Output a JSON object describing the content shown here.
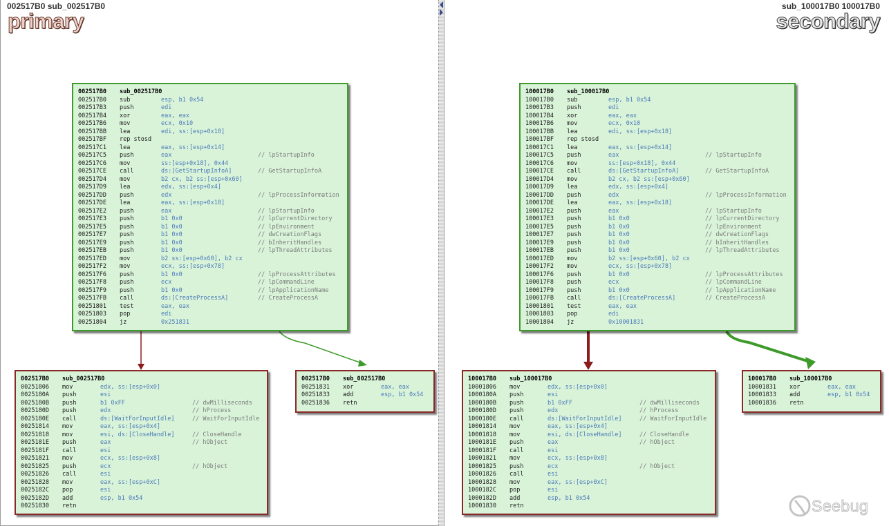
{
  "left": {
    "title": "002517B0 sub_002517B0",
    "label": "primary",
    "main": {
      "header": [
        "002517B0",
        "sub_002517B0"
      ],
      "lines": [
        [
          "002517B0",
          "sub",
          "esp, b1 0x54",
          ""
        ],
        [
          "002517B3",
          "push",
          "edi",
          ""
        ],
        [
          "002517B4",
          "xor",
          "eax, eax",
          ""
        ],
        [
          "002517B6",
          "mov",
          "ecx, 0x10",
          ""
        ],
        [
          "002517BB",
          "lea",
          "edi, ss:[esp+0x18]",
          ""
        ],
        [
          "002517BF",
          "rep stosd",
          "",
          ""
        ],
        [
          "002517C1",
          "lea",
          "eax, ss:[esp+0x14]",
          ""
        ],
        [
          "002517C5",
          "push",
          "eax",
          "// lpStartupInfo"
        ],
        [
          "002517C6",
          "mov",
          "ss:[esp+0x18], 0x44",
          ""
        ],
        [
          "002517CE",
          "call",
          "ds:[GetStartupInfoA]",
          "// GetStartupInfoA"
        ],
        [
          "002517D4",
          "mov",
          "b2 cx, b2 ss:[esp+0x60]",
          ""
        ],
        [
          "002517D9",
          "lea",
          "edx, ss:[esp+0x4]",
          ""
        ],
        [
          "002517DD",
          "push",
          "edx",
          "// lpProcessInformation"
        ],
        [
          "002517DE",
          "lea",
          "eax, ss:[esp+0x18]",
          ""
        ],
        [
          "002517E2",
          "push",
          "eax",
          "// lpStartupInfo"
        ],
        [
          "002517E3",
          "push",
          "b1 0x0",
          "// lpCurrentDirectory"
        ],
        [
          "002517E5",
          "push",
          "b1 0x0",
          "// lpEnvironment"
        ],
        [
          "002517E7",
          "push",
          "b1 0x0",
          "// dwCreationFlags"
        ],
        [
          "002517E9",
          "push",
          "b1 0x0",
          "// bInheritHandles"
        ],
        [
          "002517EB",
          "push",
          "b1 0x0",
          "// lpThreadAttributes"
        ],
        [
          "002517ED",
          "mov",
          "b2 ss:[esp+0x60], b2 cx",
          ""
        ],
        [
          "002517F2",
          "mov",
          "ecx, ss:[esp+0x78]",
          ""
        ],
        [
          "002517F6",
          "push",
          "b1 0x0",
          "// lpProcessAttributes"
        ],
        [
          "002517F8",
          "push",
          "ecx",
          "// lpCommandLine"
        ],
        [
          "002517F9",
          "push",
          "b1 0x0",
          "// lpApplicationName"
        ],
        [
          "002517FB",
          "call",
          "ds:[CreateProcessA]",
          "// CreateProcessA"
        ],
        [
          "00251801",
          "test",
          "eax, eax",
          ""
        ],
        [
          "00251803",
          "pop",
          "edi",
          ""
        ],
        [
          "00251804",
          "jz",
          "0x251831",
          ""
        ]
      ]
    },
    "branch_a": {
      "header": [
        "002517B0",
        "sub_002517B0"
      ],
      "lines": [
        [
          "00251806",
          "mov",
          "edx, ss:[esp+0x0]",
          ""
        ],
        [
          "0025180A",
          "push",
          "esi",
          ""
        ],
        [
          "0025180B",
          "push",
          "b1 0xFF",
          "// dwMilliseconds"
        ],
        [
          "0025180D",
          "push",
          "edx",
          "// hProcess"
        ],
        [
          "0025180E",
          "call",
          "ds:[WaitForInputIdle]",
          "// WaitForInputIdle"
        ],
        [
          "00251814",
          "mov",
          "eax, ss:[esp+0x4]",
          ""
        ],
        [
          "00251818",
          "mov",
          "esi, ds:[CloseHandle]",
          "// CloseHandle"
        ],
        [
          "0025181E",
          "push",
          "eax",
          "// hObject"
        ],
        [
          "0025181F",
          "call",
          "esi",
          ""
        ],
        [
          "00251821",
          "mov",
          "ecx, ss:[esp+0x8]",
          ""
        ],
        [
          "00251825",
          "push",
          "ecx",
          "// hObject"
        ],
        [
          "00251826",
          "call",
          "esi",
          ""
        ],
        [
          "00251828",
          "mov",
          "eax, ss:[esp+0xC]",
          ""
        ],
        [
          "0025182C",
          "pop",
          "esi",
          ""
        ],
        [
          "0025182D",
          "add",
          "esp, b1 0x54",
          ""
        ],
        [
          "00251830",
          "retn",
          "",
          ""
        ]
      ]
    },
    "branch_b": {
      "header": [
        "002517B0",
        "sub_002517B0"
      ],
      "lines": [
        [
          "00251831",
          "xor",
          "eax, eax",
          ""
        ],
        [
          "00251833",
          "add",
          "esp, b1 0x54",
          ""
        ],
        [
          "00251836",
          "retn",
          "",
          ""
        ]
      ]
    }
  },
  "right": {
    "title": "sub_100017B0 100017B0",
    "label": "secondary",
    "main": {
      "header": [
        "100017B0",
        "sub_100017B0"
      ],
      "lines": [
        [
          "100017B0",
          "sub",
          "esp, b1 0x54",
          ""
        ],
        [
          "100017B3",
          "push",
          "edi",
          ""
        ],
        [
          "100017B4",
          "xor",
          "eax, eax",
          ""
        ],
        [
          "100017B6",
          "mov",
          "ecx, 0x10",
          ""
        ],
        [
          "100017BB",
          "lea",
          "edi, ss:[esp+0x18]",
          ""
        ],
        [
          "100017BF",
          "rep stosd",
          "",
          ""
        ],
        [
          "100017C1",
          "lea",
          "eax, ss:[esp+0x14]",
          ""
        ],
        [
          "100017C5",
          "push",
          "eax",
          "// lpStartupInfo"
        ],
        [
          "100017C6",
          "mov",
          "ss:[esp+0x18], 0x44",
          ""
        ],
        [
          "100017CE",
          "call",
          "ds:[GetStartupInfoA]",
          "// GetStartupInfoA"
        ],
        [
          "100017D4",
          "mov",
          "b2 cx, b2 ss:[esp+0x60]",
          ""
        ],
        [
          "100017D9",
          "lea",
          "edx, ss:[esp+0x4]",
          ""
        ],
        [
          "100017DD",
          "push",
          "edx",
          "// lpProcessInformation"
        ],
        [
          "100017DE",
          "lea",
          "eax, ss:[esp+0x18]",
          ""
        ],
        [
          "100017E2",
          "push",
          "eax",
          "// lpStartupInfo"
        ],
        [
          "100017E3",
          "push",
          "b1 0x0",
          "// lpCurrentDirectory"
        ],
        [
          "100017E5",
          "push",
          "b1 0x0",
          "// lpEnvironment"
        ],
        [
          "100017E7",
          "push",
          "b1 0x0",
          "// dwCreationFlags"
        ],
        [
          "100017E9",
          "push",
          "b1 0x0",
          "// bInheritHandles"
        ],
        [
          "100017EB",
          "push",
          "b1 0x0",
          "// lpThreadAttributes"
        ],
        [
          "100017ED",
          "mov",
          "b2 ss:[esp+0x60], b2 cx",
          ""
        ],
        [
          "100017F2",
          "mov",
          "ecx, ss:[esp+0x78]",
          ""
        ],
        [
          "100017F6",
          "push",
          "b1 0x0",
          "// lpProcessAttributes"
        ],
        [
          "100017F8",
          "push",
          "ecx",
          "// lpCommandLine"
        ],
        [
          "100017F9",
          "push",
          "b1 0x0",
          "// lpApplicationName"
        ],
        [
          "100017FB",
          "call",
          "ds:[CreateProcessA]",
          "// CreateProcessA"
        ],
        [
          "10001801",
          "test",
          "eax, eax",
          ""
        ],
        [
          "10001803",
          "pop",
          "edi",
          ""
        ],
        [
          "10001804",
          "jz",
          "0x10001831",
          ""
        ]
      ]
    },
    "branch_a": {
      "header": [
        "100017B0",
        "sub_100017B0"
      ],
      "lines": [
        [
          "10001806",
          "mov",
          "edx, ss:[esp+0x0]",
          ""
        ],
        [
          "1000180A",
          "push",
          "esi",
          ""
        ],
        [
          "1000180B",
          "push",
          "b1 0xFF",
          "// dwMilliseconds"
        ],
        [
          "1000180D",
          "push",
          "edx",
          "// hProcess"
        ],
        [
          "1000180E",
          "call",
          "ds:[WaitForInputIdle]",
          "// WaitForInputIdle"
        ],
        [
          "10001814",
          "mov",
          "eax, ss:[esp+0x4]",
          ""
        ],
        [
          "10001818",
          "mov",
          "esi, ds:[CloseHandle]",
          "// CloseHandle"
        ],
        [
          "1000181E",
          "push",
          "eax",
          "// hObject"
        ],
        [
          "1000181F",
          "call",
          "esi",
          ""
        ],
        [
          "10001821",
          "mov",
          "ecx, ss:[esp+0x8]",
          ""
        ],
        [
          "10001825",
          "push",
          "ecx",
          "// hObject"
        ],
        [
          "10001826",
          "call",
          "esi",
          ""
        ],
        [
          "10001828",
          "mov",
          "eax, ss:[esp+0xC]",
          ""
        ],
        [
          "1000182C",
          "pop",
          "esi",
          ""
        ],
        [
          "1000182D",
          "add",
          "esp, b1 0x54",
          ""
        ],
        [
          "10001830",
          "retn",
          "",
          ""
        ]
      ]
    },
    "branch_b": {
      "header": [
        "100017B0",
        "sub_100017B0"
      ],
      "lines": [
        [
          "10001831",
          "xor",
          "eax, eax",
          ""
        ],
        [
          "10001833",
          "add",
          "esp, b1 0x54",
          ""
        ],
        [
          "10001836",
          "retn",
          "",
          ""
        ]
      ]
    }
  },
  "watermark": {
    "text": "Seebug"
  },
  "colors": {
    "node_fill": "#d9f3d9",
    "edge_true": "#8a1c1c",
    "edge_false": "#3e9a2a"
  }
}
